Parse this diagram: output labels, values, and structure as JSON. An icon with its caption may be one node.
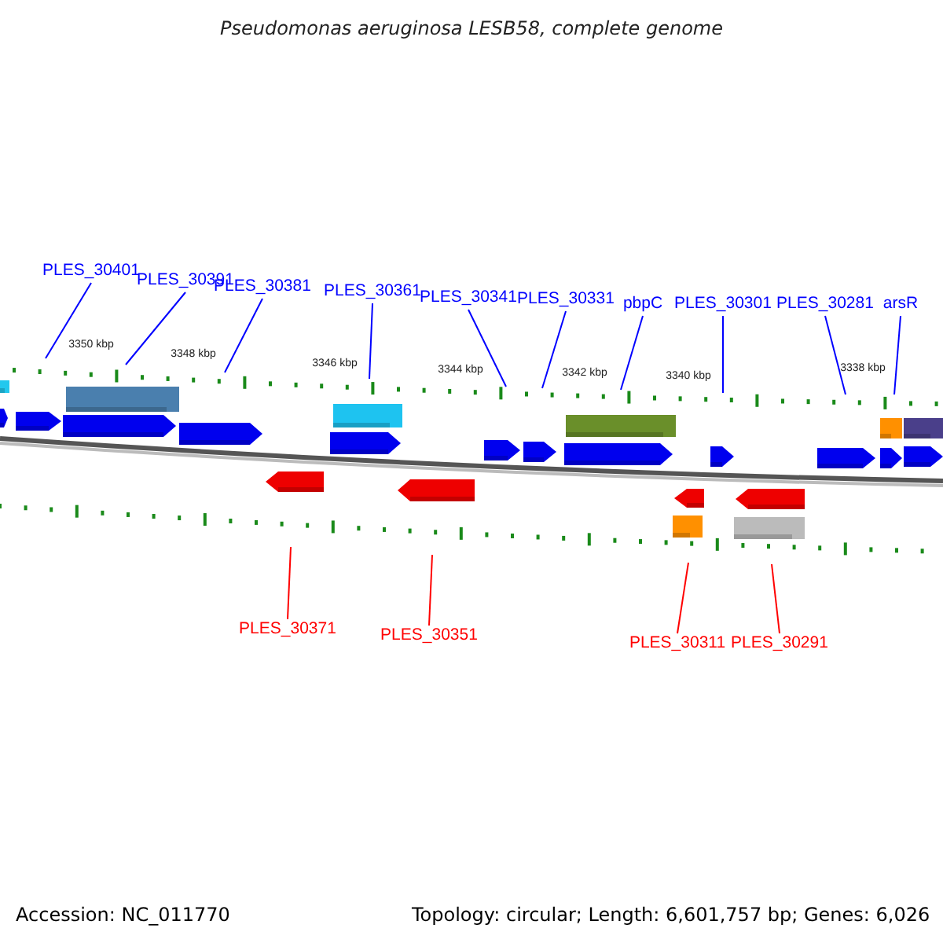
{
  "diagram": {
    "title": "Pseudomonas aeruginosa LESB58, complete genome",
    "nodes": [
      {
        "text": [
          "PLES_30401"
        ]
      },
      {
        "text": [
          "PLES_30391"
        ]
      },
      {
        "text": [
          "PLES_30381"
        ]
      },
      {
        "text": [
          "PLES_30361"
        ]
      },
      {
        "text": [
          "PLES_30341"
        ]
      },
      {
        "text": [
          "PLES_30331"
        ]
      },
      {
        "text": [
          "pbpC"
        ]
      },
      {
        "text": [
          "PLES_30301"
        ]
      },
      {
        "text": [
          "PLES_30281"
        ]
      },
      {
        "text": [
          "arsR"
        ]
      },
      {
        "text": [
          "PLES_30371"
        ]
      },
      {
        "text": [
          "PLES_30351"
        ]
      },
      {
        "text": [
          "PLES_30311"
        ]
      },
      {
        "text": [
          "PLES_30291"
        ]
      }
    ],
    "edges": [
      {
        "from": 0,
        "to": null,
        "arrow": "none"
      },
      {
        "from": 1,
        "to": null,
        "arrow": "none"
      },
      {
        "from": 2,
        "to": null,
        "arrow": "none"
      },
      {
        "from": 3,
        "to": null,
        "arrow": "none"
      },
      {
        "from": 4,
        "to": null,
        "arrow": "none"
      },
      {
        "from": 5,
        "to": null,
        "arrow": "none"
      },
      {
        "from": 6,
        "to": null,
        "arrow": "none"
      },
      {
        "from": 7,
        "to": null,
        "arrow": "none"
      },
      {
        "from": 8,
        "to": null,
        "arrow": "none"
      },
      {
        "from": 9,
        "to": null,
        "arrow": "none"
      },
      {
        "from": 10,
        "to": null,
        "arrow": "none",
        "color": "#ff0000"
      },
      {
        "from": 11,
        "to": null,
        "arrow": "none",
        "color": "#ff0000"
      },
      {
        "from": 12,
        "to": null,
        "arrow": "none",
        "color": "#ff0000"
      },
      {
        "from": 13,
        "to": null,
        "arrow": "none",
        "color": "#ff0000"
      }
    ],
    "labels": [
      "3350 kbp",
      "3348 kbp",
      "3346 kbp",
      "3344 kbp",
      "3342 kbp",
      "3340 kbp",
      "3338 kbp",
      "Accession: NC_011770",
      "Topology: circular; Length: 6,601,757 bp; Genes: 6,026"
    ]
  }
}
